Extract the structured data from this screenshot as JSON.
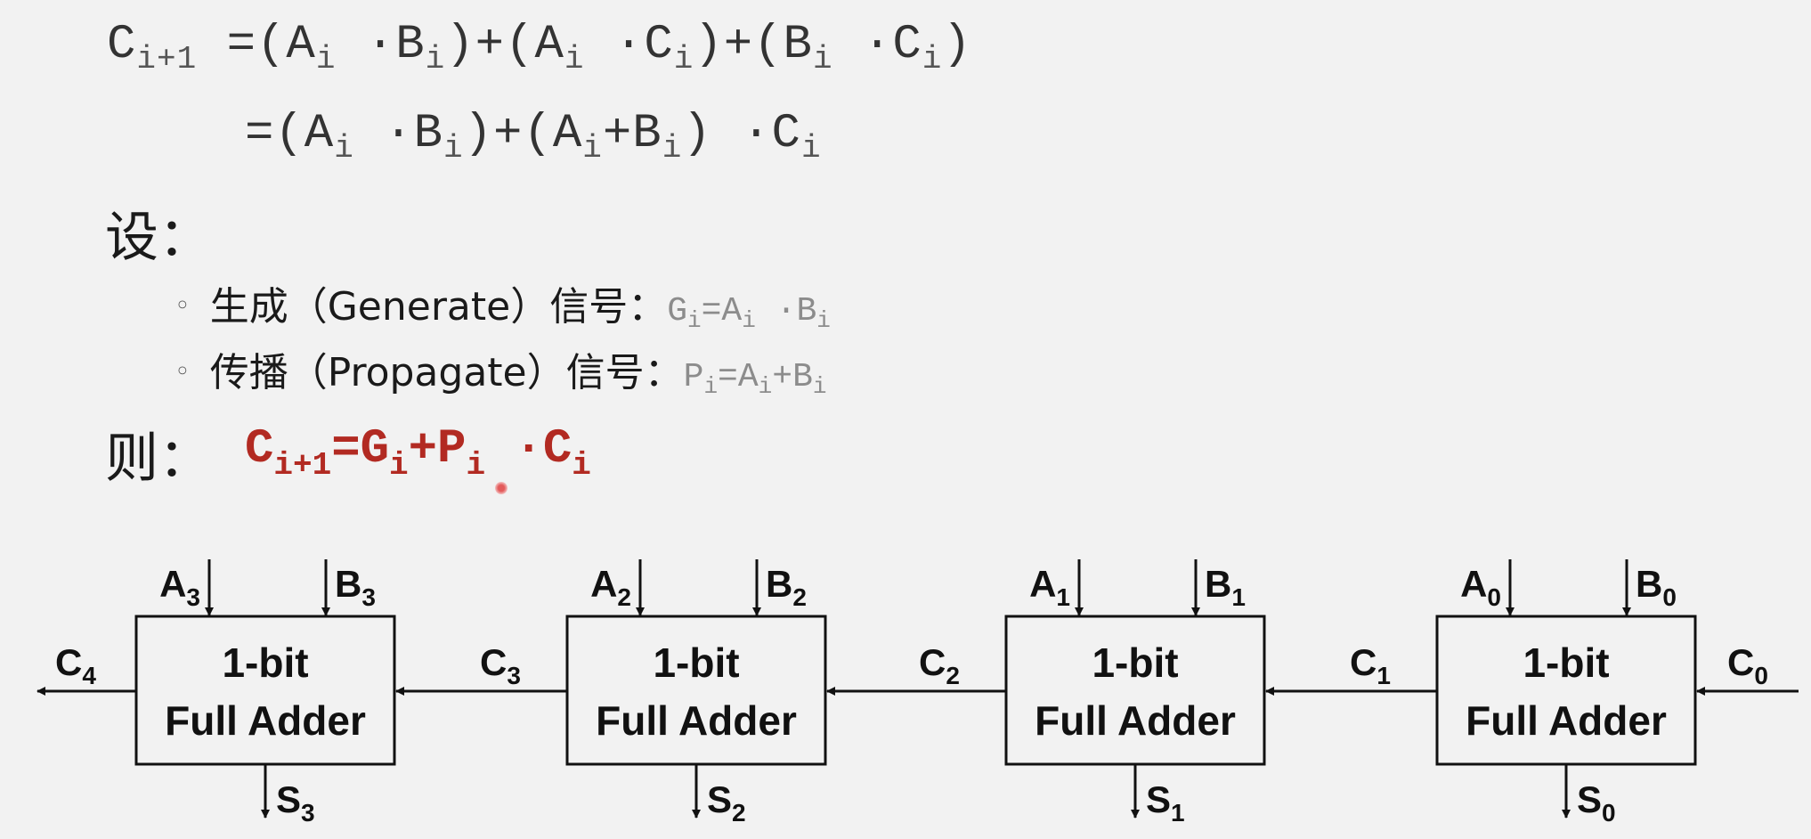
{
  "equations": {
    "line1": {
      "lhs": "C",
      "lhs_sub": "i+1",
      "parts": [
        {
          "t": " =(A"
        },
        {
          "s": "i"
        },
        {
          "t": " ·B"
        },
        {
          "s": "i"
        },
        {
          "t": ")+(A"
        },
        {
          "s": "i"
        },
        {
          "t": " ·C"
        },
        {
          "s": "i"
        },
        {
          "t": ")+(B"
        },
        {
          "s": "i"
        },
        {
          "t": " ·C"
        },
        {
          "s": "i"
        },
        {
          "t": ")"
        }
      ]
    },
    "line2": {
      "parts": [
        {
          "t": "=(A"
        },
        {
          "s": "i"
        },
        {
          "t": " ·B"
        },
        {
          "s": "i"
        },
        {
          "t": ")+(A"
        },
        {
          "s": "i"
        },
        {
          "t": "+B"
        },
        {
          "s": "i"
        },
        {
          "t": ") ·C"
        },
        {
          "s": "i"
        }
      ]
    }
  },
  "let_label": "设：",
  "bullets": [
    {
      "marker": "◦",
      "text": "生成（Generate）信号：",
      "formula": [
        {
          "t": "G"
        },
        {
          "s": "i"
        },
        {
          "t": "=A"
        },
        {
          "s": "i"
        },
        {
          "t": " ·B"
        },
        {
          "s": "i"
        }
      ]
    },
    {
      "marker": "◦",
      "text": "传播（Propagate）信号：",
      "formula": [
        {
          "t": "P"
        },
        {
          "s": "i"
        },
        {
          "t": "=A"
        },
        {
          "s": "i"
        },
        {
          "t": "+B"
        },
        {
          "s": "i"
        }
      ]
    }
  ],
  "then_label": "则：",
  "result": [
    {
      "t": "C"
    },
    {
      "s": "i+1"
    },
    {
      "t": "=G"
    },
    {
      "s": "i"
    },
    {
      "t": "+P"
    },
    {
      "s": "i"
    },
    {
      "t": " ·C"
    },
    {
      "s": "i"
    }
  ],
  "colors": {
    "background": "#f2f2f2",
    "result": "#b22a22",
    "formula_gray": "#8c8c8c",
    "diagram": "#111111"
  },
  "diagram": {
    "block_label_line1": "1-bit",
    "block_label_line2": "Full Adder",
    "adders": [
      {
        "a": "A",
        "a_sub": "3",
        "b": "B",
        "b_sub": "3",
        "s": "S",
        "s_sub": "3",
        "cout": "C",
        "cout_sub": "4"
      },
      {
        "a": "A",
        "a_sub": "2",
        "b": "B",
        "b_sub": "2",
        "s": "S",
        "s_sub": "2",
        "cout": "C",
        "cout_sub": "3"
      },
      {
        "a": "A",
        "a_sub": "1",
        "b": "B",
        "b_sub": "1",
        "s": "S",
        "s_sub": "1",
        "cout": "C",
        "cout_sub": "2"
      },
      {
        "a": "A",
        "a_sub": "0",
        "b": "B",
        "b_sub": "0",
        "s": "S",
        "s_sub": "0",
        "cout": "C",
        "cout_sub": "1"
      }
    ],
    "carry_in": {
      "c": "C",
      "c_sub": "0"
    }
  }
}
